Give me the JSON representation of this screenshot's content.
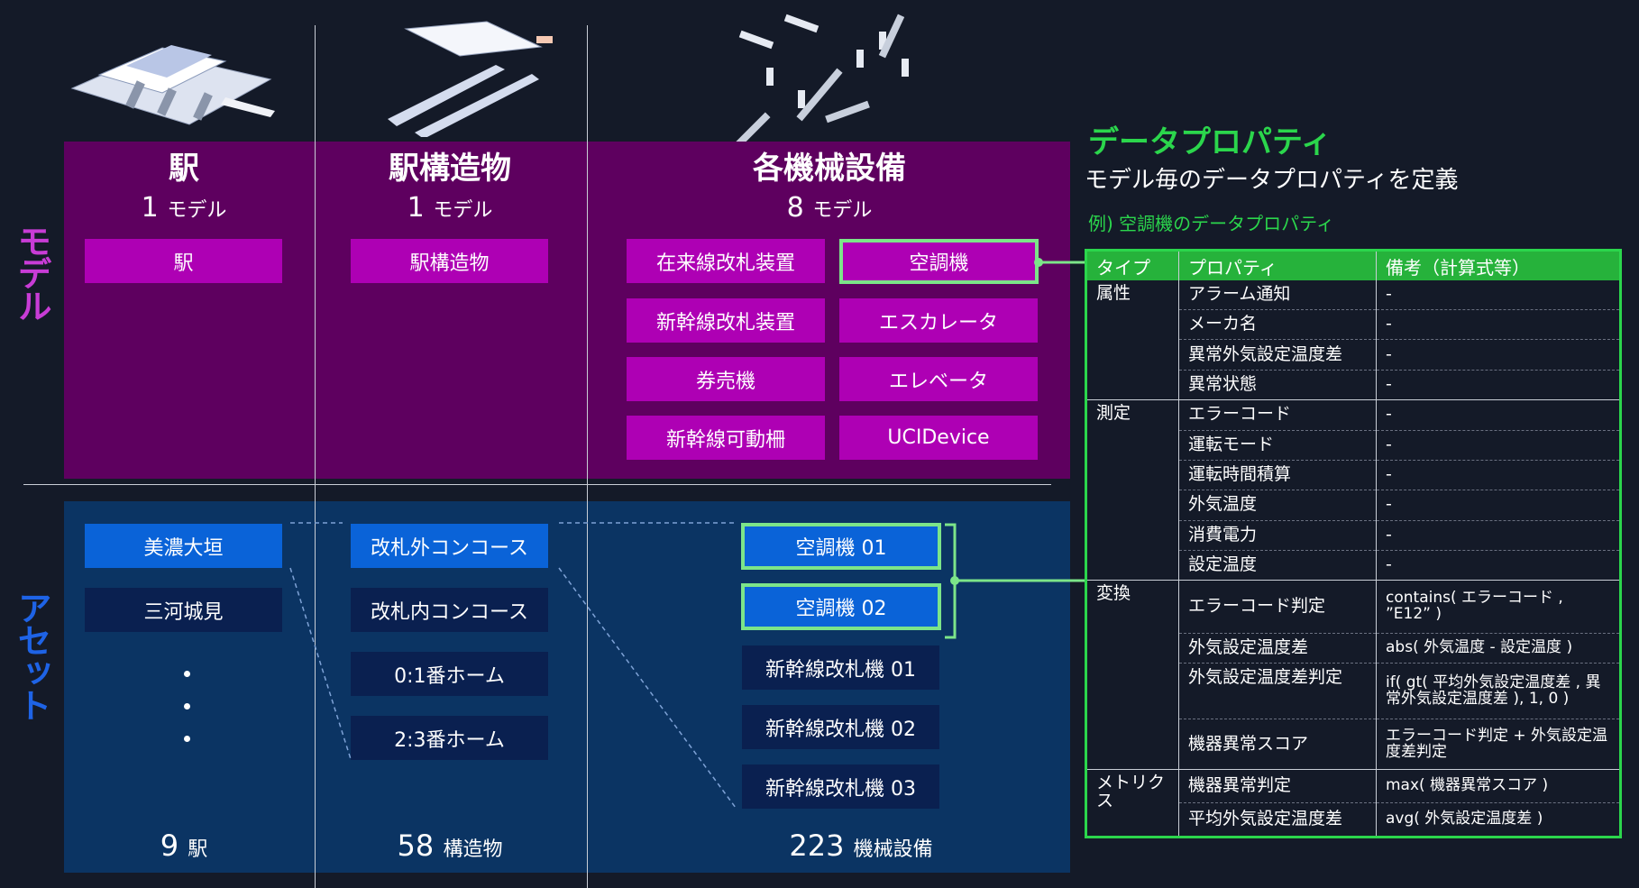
{
  "labels": {
    "model": "モデル",
    "asset": "アセット"
  },
  "columns": [
    {
      "title": "駅",
      "count": "1",
      "unit": "モデル"
    },
    {
      "title": "駅構造物",
      "count": "1",
      "unit": "モデル"
    },
    {
      "title": "各機械設備",
      "count": "8",
      "unit": "モデル"
    }
  ],
  "models": {
    "station": [
      "駅"
    ],
    "structure": [
      "駅構造物"
    ],
    "equipment": [
      "在来線改札装置",
      "空調機",
      "新幹線改札装置",
      "エスカレータ",
      "券売機",
      "エレベータ",
      "新幹線可動柵",
      "UCIDevice"
    ]
  },
  "assets": {
    "station": [
      "美濃大垣",
      "三河城見"
    ],
    "structure": [
      "改札外コンコース",
      "改札内コンコース",
      "0:1番ホーム",
      "2:3番ホーム"
    ],
    "equipment": [
      "空調機 01",
      "空調機 02",
      "新幹線改札機 01",
      "新幹線改札機 02",
      "新幹線改札機 03"
    ]
  },
  "totals": [
    {
      "count": "9",
      "unit": "駅"
    },
    {
      "count": "58",
      "unit": "構造物"
    },
    {
      "count": "223",
      "unit": "機械設備"
    }
  ],
  "data_props": {
    "title": "データプロパティ",
    "subtitle": "モデル毎のデータプロパティを定義",
    "example": "例) 空調機のデータプロパティ",
    "headers": [
      "タイプ",
      "プロパティ",
      "備考（計算式等）"
    ],
    "groups": [
      {
        "type": "属性",
        "rows": [
          {
            "prop": "アラーム通知",
            "note": "-"
          },
          {
            "prop": "メーカ名",
            "note": "-"
          },
          {
            "prop": "異常外気設定温度差",
            "note": "-"
          },
          {
            "prop": "異常状態",
            "note": "-"
          }
        ]
      },
      {
        "type": "測定",
        "rows": [
          {
            "prop": "エラーコード",
            "note": "-"
          },
          {
            "prop": "運転モード",
            "note": "-"
          },
          {
            "prop": "運転時間積算",
            "note": "-"
          },
          {
            "prop": "外気温度",
            "note": "-"
          },
          {
            "prop": "消費電力",
            "note": "-"
          },
          {
            "prop": "設定温度",
            "note": "-"
          }
        ]
      },
      {
        "type": "変換",
        "rows": [
          {
            "prop": "エラーコード判定",
            "note": "contains( エラーコード , ”E12” )"
          },
          {
            "prop": "外気設定温度差",
            "note": "abs( 外気温度 - 設定温度 )"
          },
          {
            "prop": "外気設定温度差判定",
            "note": "if( gt( 平均外気設定温度差 , 異常外気設定温度差 ), 1, 0 )"
          },
          {
            "prop": "機器異常スコア",
            "note": "エラーコード判定 + 外気設定温度差判定"
          }
        ]
      },
      {
        "type": "メトリクス",
        "rows": [
          {
            "prop": "機器異常判定",
            "note": "max( 機器異常スコア )"
          },
          {
            "prop": "平均外気設定温度差",
            "note": "avg( 外気設定温度差 )"
          }
        ]
      }
    ]
  },
  "colors": {
    "background": "#141a28",
    "model_panel": "#5e005f",
    "model_box": "#ae00b4",
    "asset_panel": "#0b3463",
    "asset_highlight": "#0a63d8",
    "asset_dark": "#0a2050",
    "accent_green": "#2bd64c",
    "highlight_border": "#7ce589"
  }
}
